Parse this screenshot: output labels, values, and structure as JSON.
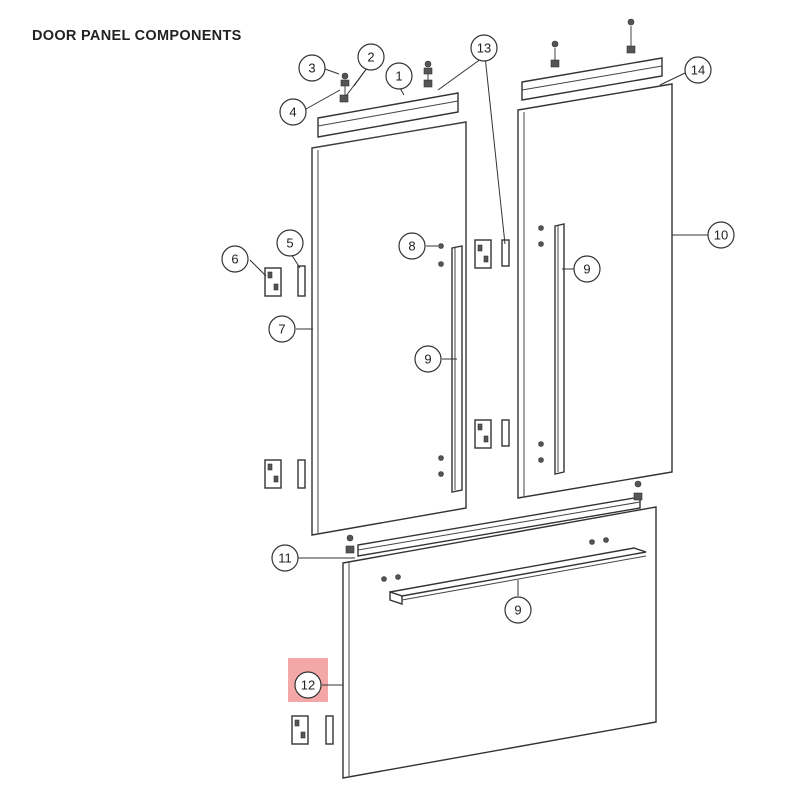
{
  "title": "DOOR PANEL COMPONENTS",
  "callouts": {
    "c1": "1",
    "c2": "2",
    "c3": "3",
    "c4": "4",
    "c5": "5",
    "c6": "6",
    "c7": "7",
    "c8": "8",
    "c9a": "9",
    "c9b": "9",
    "c9c": "9",
    "c10": "10",
    "c11": "11",
    "c12": "12",
    "c13": "13",
    "c14": "14"
  },
  "highlight": {
    "part": "12",
    "color": "#f08a8a"
  }
}
